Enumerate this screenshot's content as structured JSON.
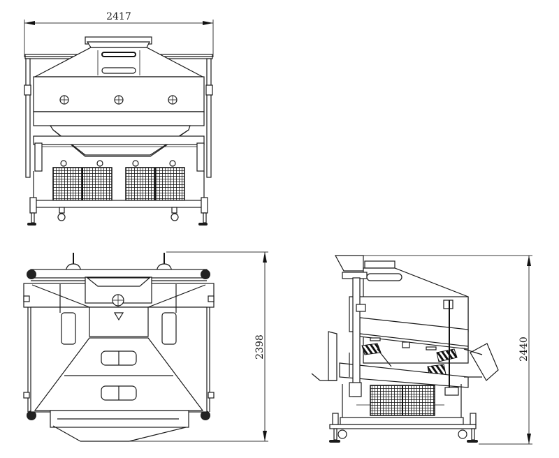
{
  "drawing": {
    "type": "orthographic technical drawing",
    "units": "mm",
    "views": [
      {
        "name": "front-view",
        "label": ""
      },
      {
        "name": "top-view",
        "label": ""
      },
      {
        "name": "side-view",
        "label": ""
      }
    ]
  },
  "dimensions": {
    "overall_width": "2417",
    "top_view_depth": "2398",
    "overall_height": "2440"
  },
  "colors": {
    "line": "#1a1a1a",
    "background": "#ffffff"
  }
}
